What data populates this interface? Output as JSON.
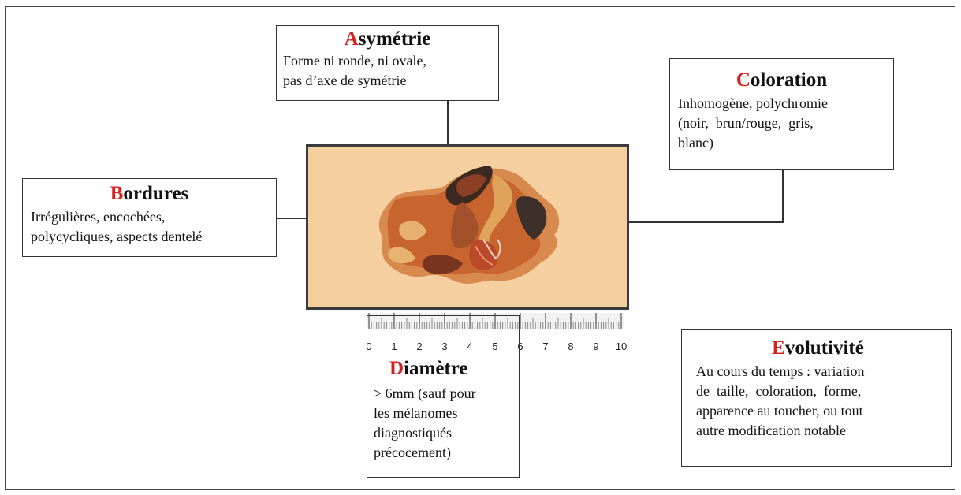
{
  "asymetrie": {
    "initial": "A",
    "rest": "symétrie",
    "lines": [
      "Forme ni ronde, ni ovale,",
      "pas d’axe de symétrie"
    ]
  },
  "bordures": {
    "initial": "B",
    "rest": "ordures",
    "lines": [
      "Irrégulières, encochées,",
      "polycycliques, aspects dentelé"
    ]
  },
  "coloration": {
    "initial": "C",
    "rest": "oloration",
    "lines": [
      "Inhomogène, polychromie",
      "(noir,  brun/rouge,  gris,",
      "blanc)"
    ]
  },
  "diametre": {
    "initial": "D",
    "rest": "iamètre",
    "lines": [
      "> 6mm (sauf pour",
      "les mélanomes",
      "diagnostiqués",
      "précocement)"
    ]
  },
  "evolutivite": {
    "initial": "E",
    "rest": "volutivité",
    "lines": [
      "Au cours du temps : variation",
      "de  taille,  coloration,  forme,",
      "apparence au toucher, ou tout",
      "autre modification notable"
    ]
  },
  "ruler": {
    "labels": [
      "0",
      "1",
      "2",
      "3",
      "4",
      "5",
      "6",
      "7",
      "8",
      "9",
      "10"
    ]
  },
  "colors": {
    "initial_red": "#d6201e",
    "skin": "#f6cfa0",
    "lesion_dark": "#3a2a22",
    "lesion_brown": "#8c3f24",
    "lesion_orange": "#c8652f"
  }
}
